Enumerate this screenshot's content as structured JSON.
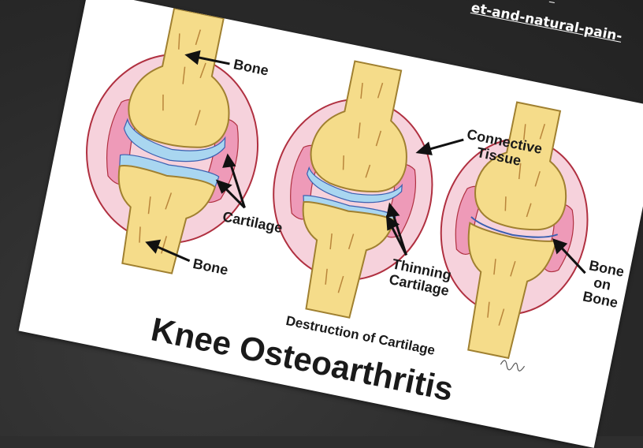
{
  "url": {
    "line1": "et-and-natural-pain-",
    "line2": "-"
  },
  "diagram": {
    "title": "Knee Osteoarthritis",
    "subtitle": "Destruction of Cartilage",
    "labels": {
      "bone_top": "Bone",
      "bone_bottom": "Bone",
      "cartilage": "Cartilage",
      "connective_1": "Connective",
      "connective_2": "Tissue",
      "thinning_1": "Thinning",
      "thinning_2": "Cartilage",
      "bob_1": "Bone",
      "bob_2": "on",
      "bob_3": "Bone"
    },
    "colors": {
      "bone": "#f5dc8a",
      "bone_outline": "#a08030",
      "capsule_fill": "#f6d2dc",
      "capsule_outline": "#b03040",
      "synovium": "#ee9ab8",
      "cartilage": "#a9d6f0",
      "cartilage_outline": "#3a5fb0"
    }
  }
}
